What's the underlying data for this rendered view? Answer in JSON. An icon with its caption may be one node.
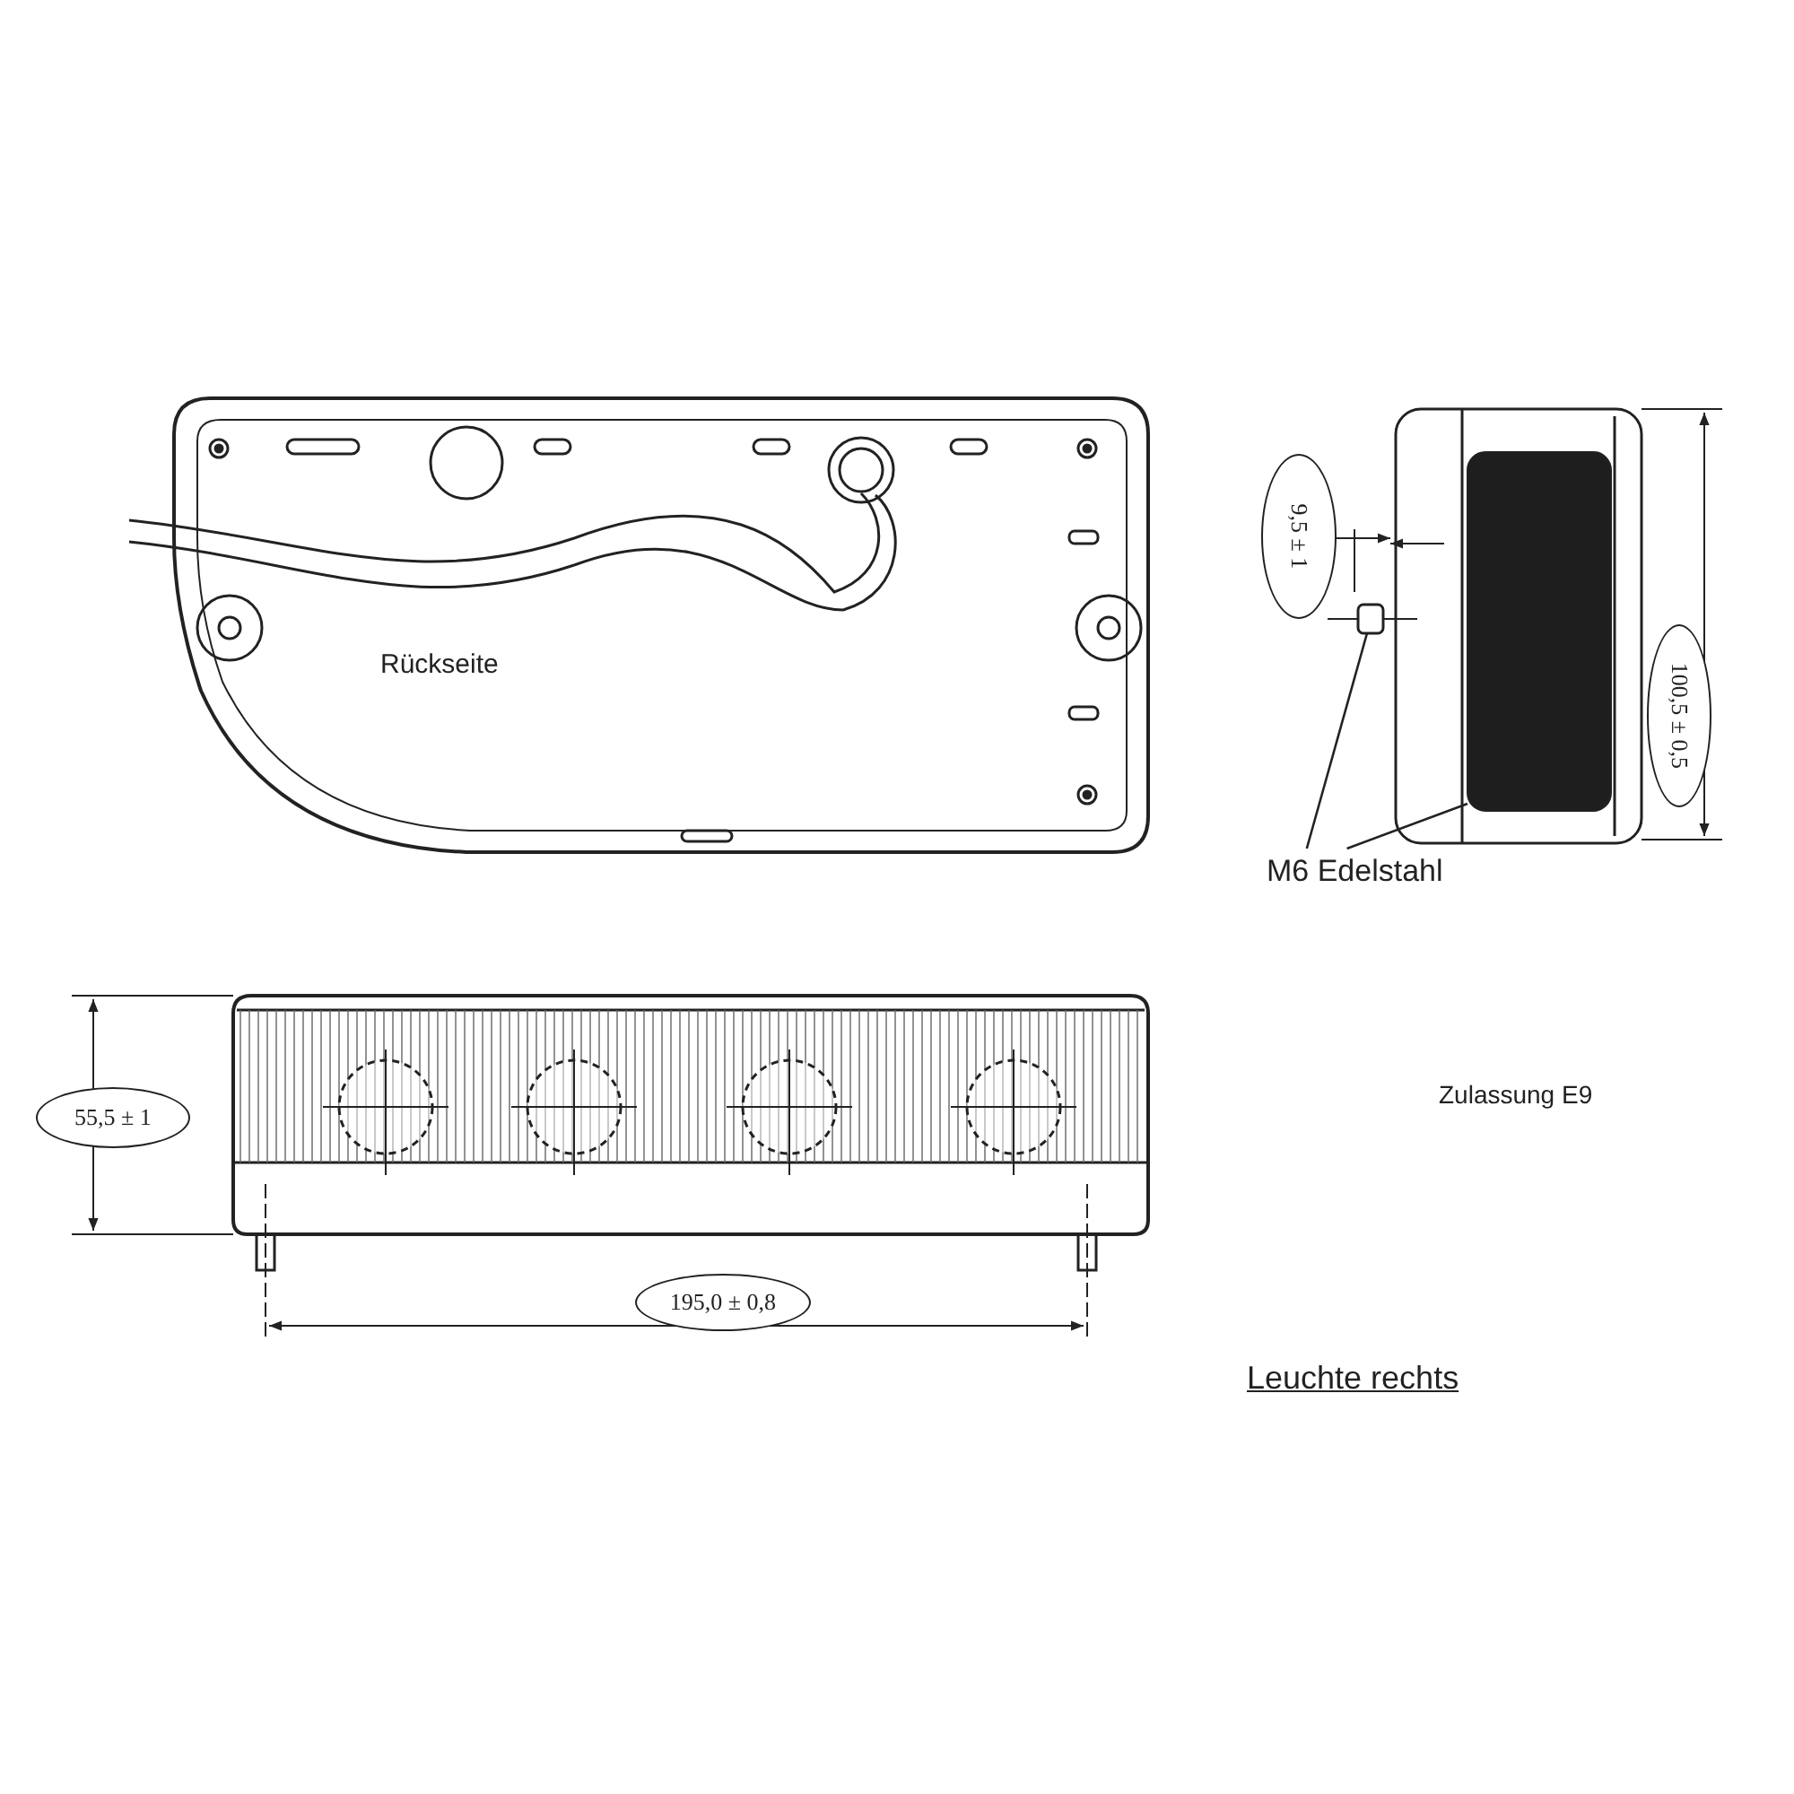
{
  "diagram": {
    "nodes": [
      {
        "text": [
          "M6 Edelstahl"
        ]
      },
      {
        "text": [],
        "shape": "bar"
      },
      {
        "text": [],
        "shape": "box"
      }
    ],
    "edges": [
      {
        "from": 0,
        "to": 1,
        "arrow": "none"
      },
      {
        "from": 0,
        "to": 2,
        "arrow": "none"
      }
    ],
    "labels": [
      "Rückseite",
      "9,5 ± 1",
      "100,5 ± 0,5",
      "55,5 ± 1",
      "195,0 ± 0,8",
      "Zulassung E9",
      "Leuchte rechts"
    ]
  }
}
